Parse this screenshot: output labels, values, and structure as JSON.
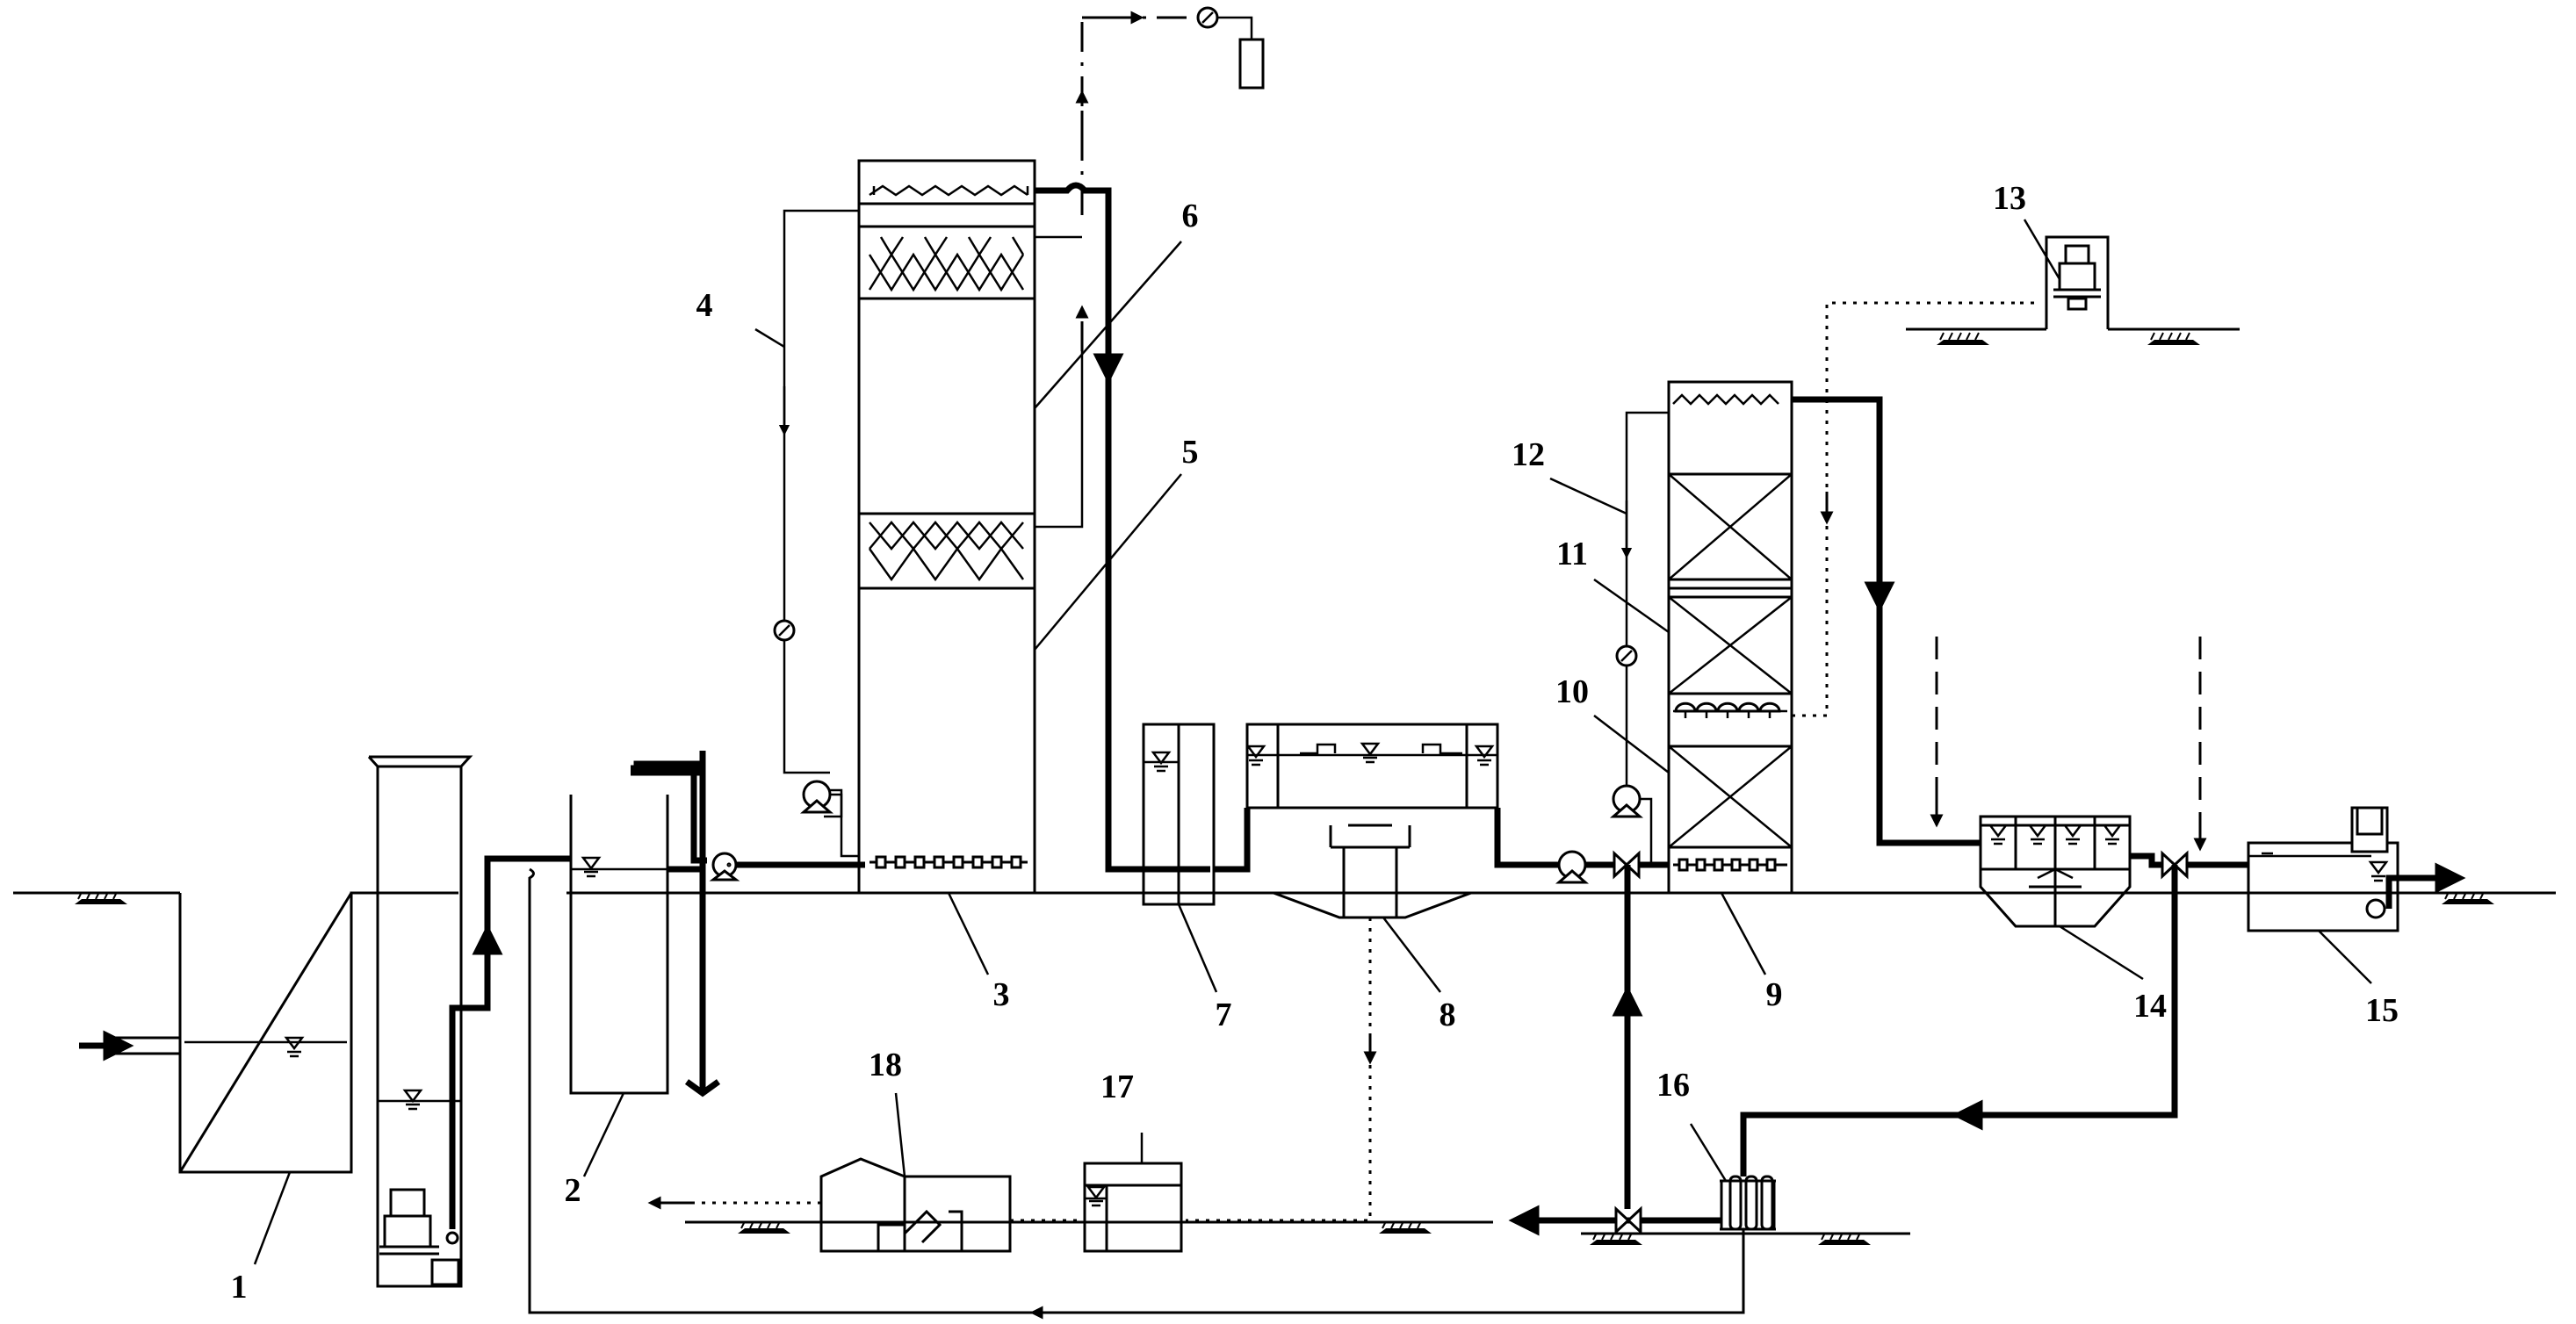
{
  "labels": [
    {
      "id": "1",
      "text": "1"
    },
    {
      "id": "2",
      "text": "2"
    },
    {
      "id": "3",
      "text": "3"
    },
    {
      "id": "4",
      "text": "4"
    },
    {
      "id": "5",
      "text": "5"
    },
    {
      "id": "6",
      "text": "6"
    },
    {
      "id": "7",
      "text": "7"
    },
    {
      "id": "8",
      "text": "8"
    },
    {
      "id": "9",
      "text": "9"
    },
    {
      "id": "10",
      "text": "10"
    },
    {
      "id": "11",
      "text": "11"
    },
    {
      "id": "12",
      "text": "12"
    },
    {
      "id": "13",
      "text": "13"
    },
    {
      "id": "14",
      "text": "14"
    },
    {
      "id": "15",
      "text": "15"
    },
    {
      "id": "16",
      "text": "16"
    },
    {
      "id": "17",
      "text": "17"
    },
    {
      "id": "18",
      "text": "18"
    }
  ]
}
